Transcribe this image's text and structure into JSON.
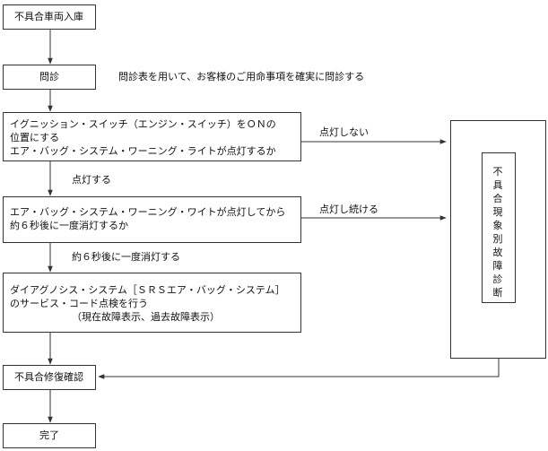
{
  "steps": {
    "start": "不具合車両入庫",
    "interview": "問診",
    "interview_note": "問診表を用いて、お客様のご用命事項を確実に問診する",
    "check_light": [
      "イグニッション・スイッチ（エンジン・スイッチ）をＯＮの",
      "位置にする",
      "エア・バッグ・システム・ワーニング・ライトが点灯するか"
    ],
    "check_off": [
      "エア・バッグ・システム・ワーニング・ワイトが点灯してから",
      "約６秒後に一度消灯するか"
    ],
    "diag": [
      "ダイアグノシス・システム［ＳＲＳエア・バッグ・システム］",
      "のサービス・コード点検を行う",
      "（現在故障表示、過去故障表示）"
    ],
    "repair": "不具合修復確認",
    "done": "完了",
    "symptom": [
      "不",
      "具",
      "合",
      "現",
      "象",
      "別",
      "故",
      "障",
      "診",
      "断"
    ]
  },
  "branches": {
    "not_lit": "点灯しない",
    "lit": "点灯する",
    "stays_lit": "点灯し続ける",
    "goes_off": "約６秒後に一度消灯する"
  }
}
